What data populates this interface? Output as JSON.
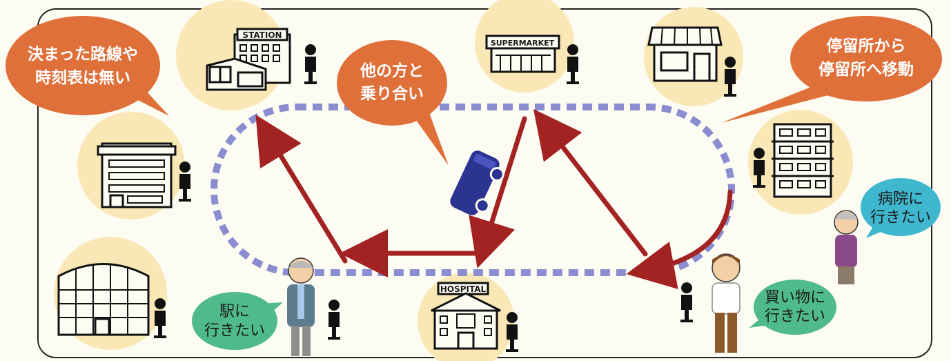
{
  "colors": {
    "background": "#fdfcf3",
    "circle": "#f9e8b5",
    "orange_bubble": "#e0703a",
    "teal_bubble": "#3fb8cf",
    "green_bubble": "#4fba8a",
    "route_dash": "#8a8ed0",
    "arrow": "#a32323",
    "bus": "#2b3490",
    "frame_border": "#222222"
  },
  "bubbles": {
    "no_fixed_route": {
      "line1": "決まった路線や",
      "line2": "時刻表は無い"
    },
    "ride_share": {
      "line1": "他の方と",
      "line2": "乗り合い"
    },
    "stop_to_stop": {
      "line1": "停留所から",
      "line2": "停留所へ移動"
    },
    "to_hospital": {
      "line1": "病院に",
      "line2": "行きたい"
    },
    "to_station": {
      "line1": "駅に",
      "line2": "行きたい"
    },
    "shopping": {
      "line1": "買い物に",
      "line2": "行きたい"
    }
  },
  "signs": {
    "station": "STATION",
    "supermarket": "SUPERMARKET",
    "hospital": "HOSPITAL"
  },
  "icons": {
    "stop": "bus-stop-pin-icon",
    "bus": "bus-icon",
    "person": "person-icon"
  }
}
